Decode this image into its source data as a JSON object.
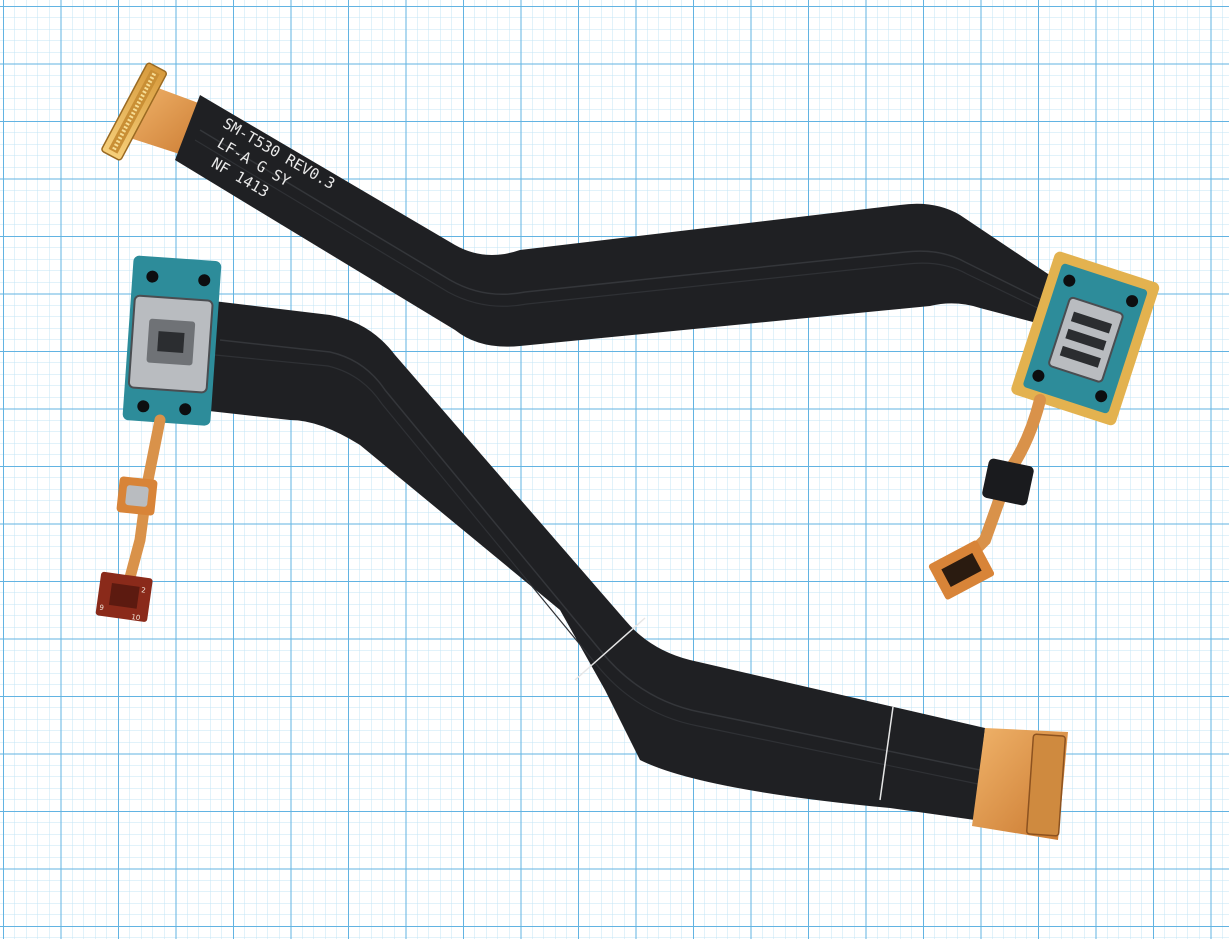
{
  "photo": {
    "background": "graph-paper",
    "colors": {
      "paper": "#ffffff",
      "grid_minor": "#bfe3f6",
      "grid_major": "#5fb2e2",
      "ribbon": "#1f2023",
      "ribbon_line": "#34363a",
      "copper": "#d9924a",
      "copper_dark": "#a8632b",
      "gold": "#e7b44f",
      "pcb": "#2d8c9a",
      "metal": "#b9bcc0"
    }
  },
  "cable_upper": {
    "marking": {
      "line1": "SM-T530 REV0.3",
      "line2": "LF-A G    SY",
      "line3": "NF 1413"
    }
  },
  "cable_lower": {}
}
